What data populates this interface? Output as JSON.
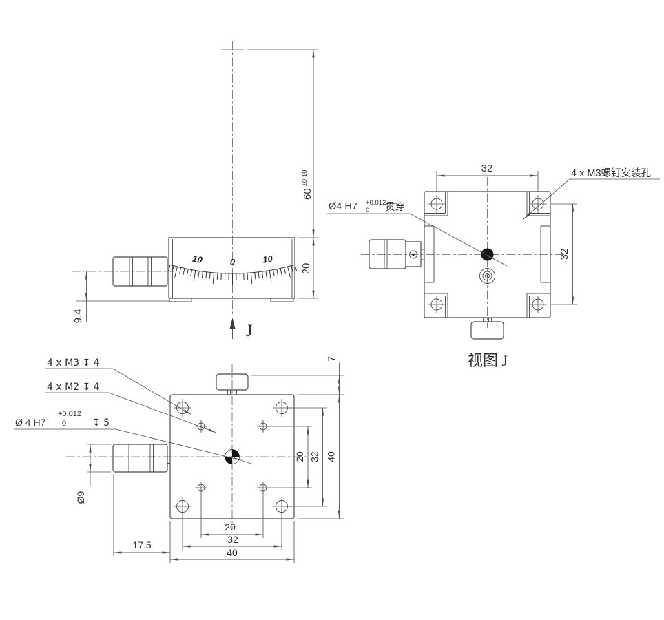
{
  "front_view": {
    "dims": {
      "height": "60",
      "height_tol": "±0.10",
      "body_height": "20",
      "knob_offset": "9.4"
    },
    "view_label": "J",
    "scale": {
      "min": -17,
      "max": 17,
      "major_every": 5,
      "deg_per_unit": 0.95,
      "labels": [
        {
          "u": -10,
          "text": "10"
        },
        {
          "u": 0,
          "text": "0"
        },
        {
          "u": 10,
          "text": "10"
        }
      ]
    }
  },
  "view_j": {
    "title": "视图  J",
    "dims": {
      "hole_spacing_x": "32",
      "hole_spacing_y": "32"
    },
    "mounting_holes_label": "4 x M3螺钉安装孔",
    "center_hole": {
      "callout": "Ø4 H7",
      "tol_upper": "+0.012",
      "tol_lower": "0",
      "through_label": "贯穿"
    }
  },
  "bottom_view": {
    "annotations": {
      "m3": "4 x  M3 ↧ 4",
      "m2": "4 x  M2 ↧ 4",
      "center_callout": "Ø 4 H7",
      "center_tol_upper": "+0.012",
      "center_tol_lower": "0",
      "center_depth": "↧ 5"
    },
    "dims": {
      "m2_spacing_y": "20",
      "m3_spacing_y": "32",
      "plate_y": "40",
      "knob_clearance": "7",
      "m2_spacing_x": "20",
      "m3_spacing_x": "32",
      "plate_x": "40",
      "knob_length": "17.5",
      "knob_dia": "Ø9"
    }
  },
  "colors": {
    "line": "#474747",
    "dim": "#555555",
    "text": "#2f2f2f"
  }
}
